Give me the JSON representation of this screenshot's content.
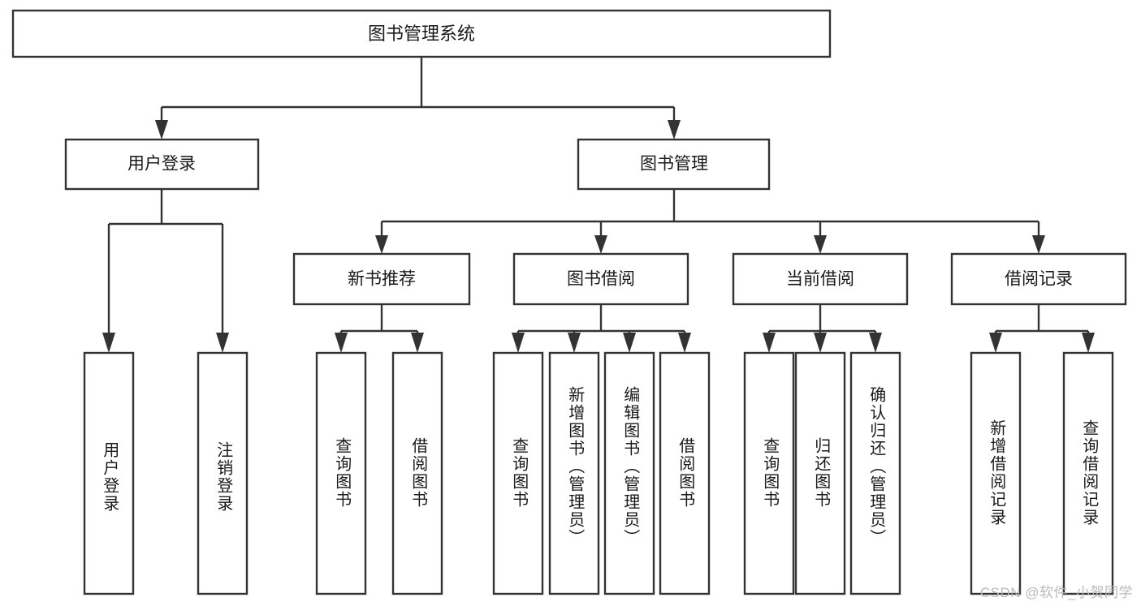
{
  "diagram": {
    "title": "图书管理系统",
    "type": "tree",
    "root": {
      "id": "root",
      "label": "图书管理系统"
    },
    "level2": [
      {
        "id": "user-login",
        "label": "用户登录"
      },
      {
        "id": "book-manage",
        "label": "图书管理"
      }
    ],
    "level3": [
      {
        "id": "new-book-rec",
        "label": "新书推荐"
      },
      {
        "id": "book-borrow",
        "label": "图书借阅"
      },
      {
        "id": "current-borrow",
        "label": "当前借阅"
      },
      {
        "id": "borrow-record",
        "label": "借阅记录"
      }
    ],
    "leaves": {
      "user_login": [
        {
          "id": "leaf-user-login",
          "label": "用户登录"
        },
        {
          "id": "leaf-logout-login",
          "label": "注销登录"
        }
      ],
      "new_book_rec": [
        {
          "id": "leaf-query-book-1",
          "label": "查询图书"
        },
        {
          "id": "leaf-borrow-book-1",
          "label": "借阅图书"
        }
      ],
      "book_borrow": [
        {
          "id": "leaf-query-book-2",
          "label": "查询图书"
        },
        {
          "id": "leaf-add-book",
          "label": "新增图书（管理员）"
        },
        {
          "id": "leaf-edit-book",
          "label": "编辑图书（管理员）"
        },
        {
          "id": "leaf-borrow-book-2",
          "label": "借阅图书"
        }
      ],
      "current_borrow": [
        {
          "id": "leaf-query-book-3",
          "label": "查询图书"
        },
        {
          "id": "leaf-return-book",
          "label": "归还图书"
        },
        {
          "id": "leaf-confirm-return",
          "label": "确认归还（管理员）"
        }
      ],
      "borrow_record": [
        {
          "id": "leaf-add-record",
          "label": "新增借阅记录"
        },
        {
          "id": "leaf-query-record",
          "label": "查询借阅记录"
        }
      ]
    }
  },
  "watermark": {
    "text": "CSDN @软件_小贺同学"
  },
  "colors": {
    "stroke": "#333333",
    "fill": "#ffffff",
    "text": "#1a1a1a",
    "watermark": "#b9b9b9"
  }
}
